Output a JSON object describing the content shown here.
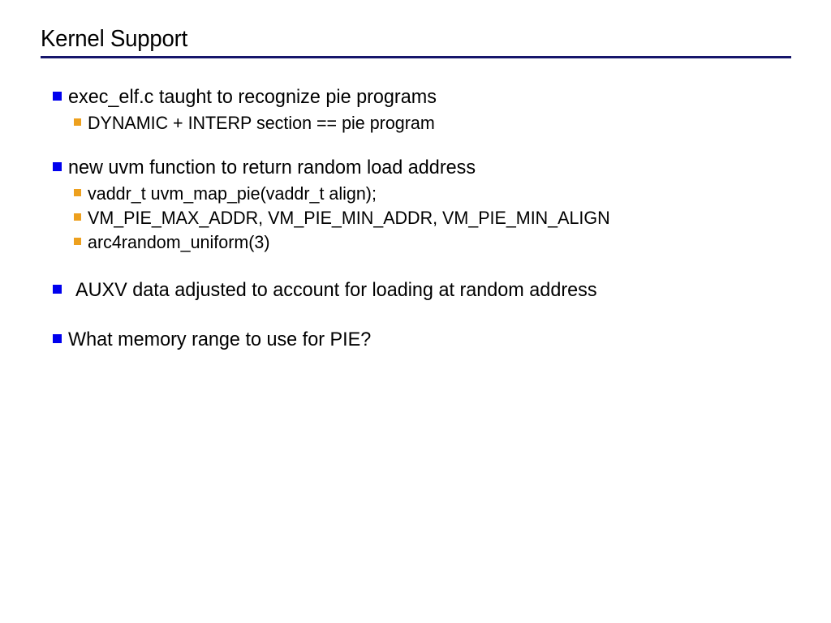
{
  "slide": {
    "title": "Kernel Support",
    "rule_color": "#16166b",
    "background": "#ffffff",
    "bullet_colors": {
      "level1": "#0000ee",
      "level2": "#eda01e"
    },
    "blocks": [
      {
        "level": 1,
        "text": "exec_elf.c taught to recognize pie programs"
      },
      {
        "level": 2,
        "text": "DYNAMIC + INTERP section == pie program"
      },
      {
        "level": 1,
        "text": "new uvm function to return random load address"
      },
      {
        "level": 2,
        "text": "vaddr_t uvm_map_pie(vaddr_t align);"
      },
      {
        "level": 2,
        "text": "VM_PIE_MAX_ADDR, VM_PIE_MIN_ADDR, VM_PIE_MIN_ALIGN"
      },
      {
        "level": 2,
        "text": "arc4random_uniform(3)"
      },
      {
        "level": 1,
        "text": " AUXV data adjusted to account for loading at random address"
      },
      {
        "level": 1,
        "text": "What memory range to use for PIE?"
      }
    ]
  }
}
